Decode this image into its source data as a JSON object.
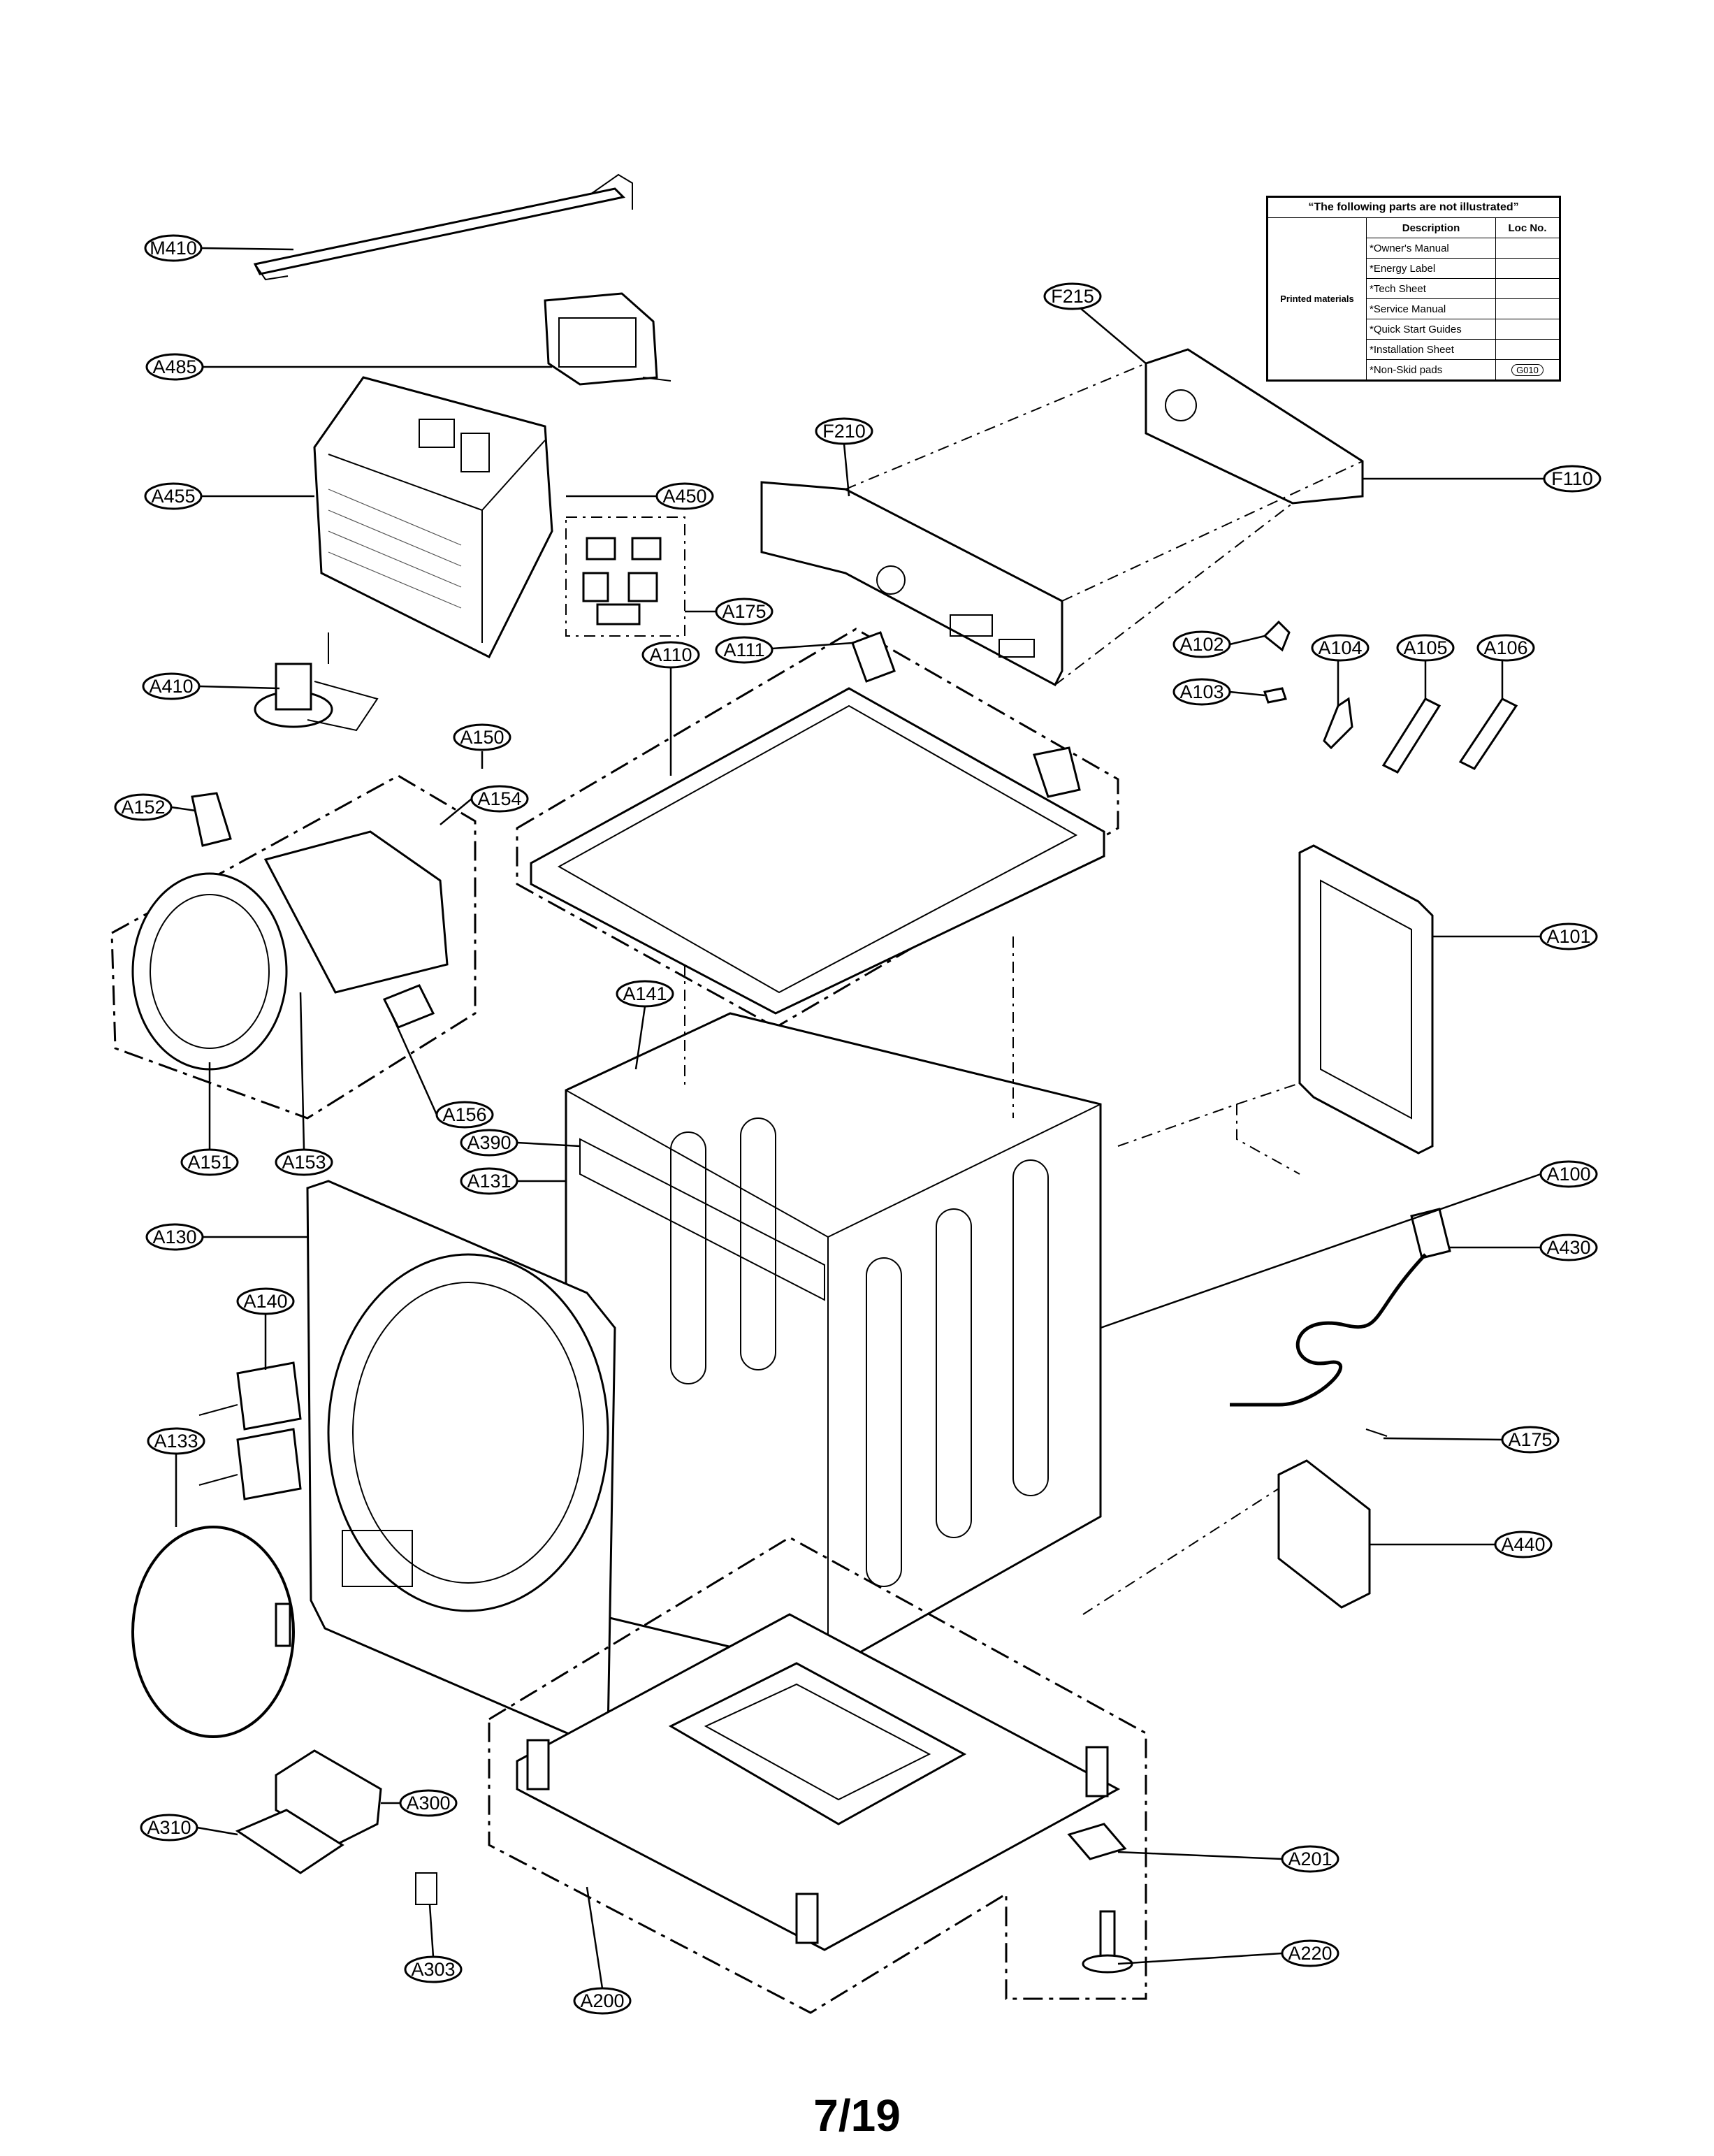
{
  "diagram": {
    "labels": {
      "M410": "M410",
      "A485": "A485",
      "A455": "A455",
      "A450": "A450",
      "A175a": "A175",
      "A410": "A410",
      "A111": "A111",
      "A110": "A110",
      "F210": "F210",
      "F215": "F215",
      "F110": "F110",
      "A102": "A102",
      "A103": "A103",
      "A104": "A104",
      "A105": "A105",
      "A106": "A106",
      "A150": "A150",
      "A152": "A152",
      "A154": "A154",
      "A156": "A156",
      "A151": "A151",
      "A153": "A153",
      "A141": "A141",
      "A390": "A390",
      "A131": "A131",
      "A101": "A101",
      "A100": "A100",
      "A430": "A430",
      "A130": "A130",
      "A140": "A140",
      "A133": "A133",
      "A175b": "A175",
      "A440": "A440",
      "A300": "A300",
      "A310": "A310",
      "A303": "A303",
      "A200": "A200",
      "A201": "A201",
      "A220": "A220"
    }
  },
  "notes_table": {
    "title": "“The following parts are not illustrated”",
    "header": {
      "description": "Description",
      "loc_no": "Loc No."
    },
    "group": "Printed materials",
    "rows": [
      {
        "description": "*Owner's Manual",
        "loc": ""
      },
      {
        "description": "*Energy Label",
        "loc": ""
      },
      {
        "description": "*Tech Sheet",
        "loc": ""
      },
      {
        "description": "*Service Manual",
        "loc": ""
      },
      {
        "description": "*Quick Start Guides",
        "loc": ""
      },
      {
        "description": "*Installation Sheet",
        "loc": ""
      },
      {
        "description": "*Non-Skid pads",
        "loc": "G010"
      }
    ]
  },
  "page": {
    "number": "7/19"
  }
}
